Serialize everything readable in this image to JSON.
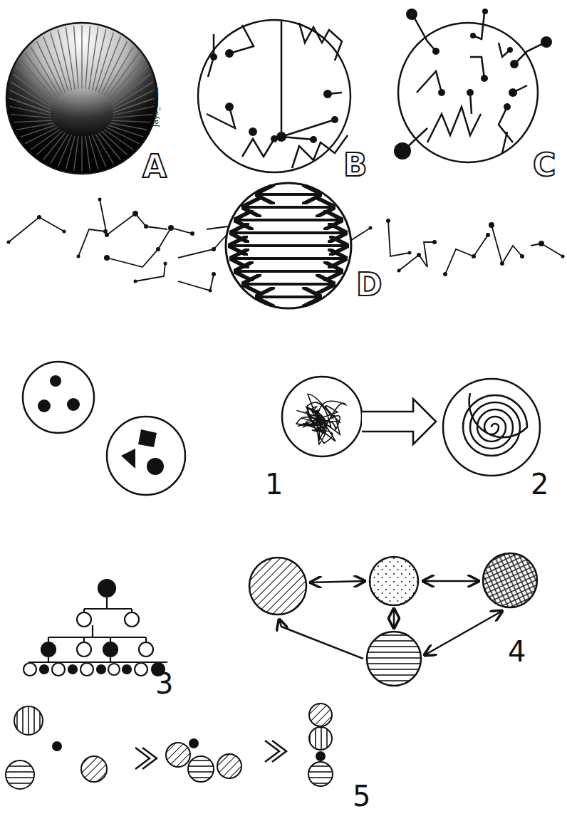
{
  "diagram": {
    "labels": [
      "Jays_2022",
      "A",
      "B",
      "C",
      "D",
      "1",
      "2",
      "3",
      "4",
      "5"
    ]
  }
}
